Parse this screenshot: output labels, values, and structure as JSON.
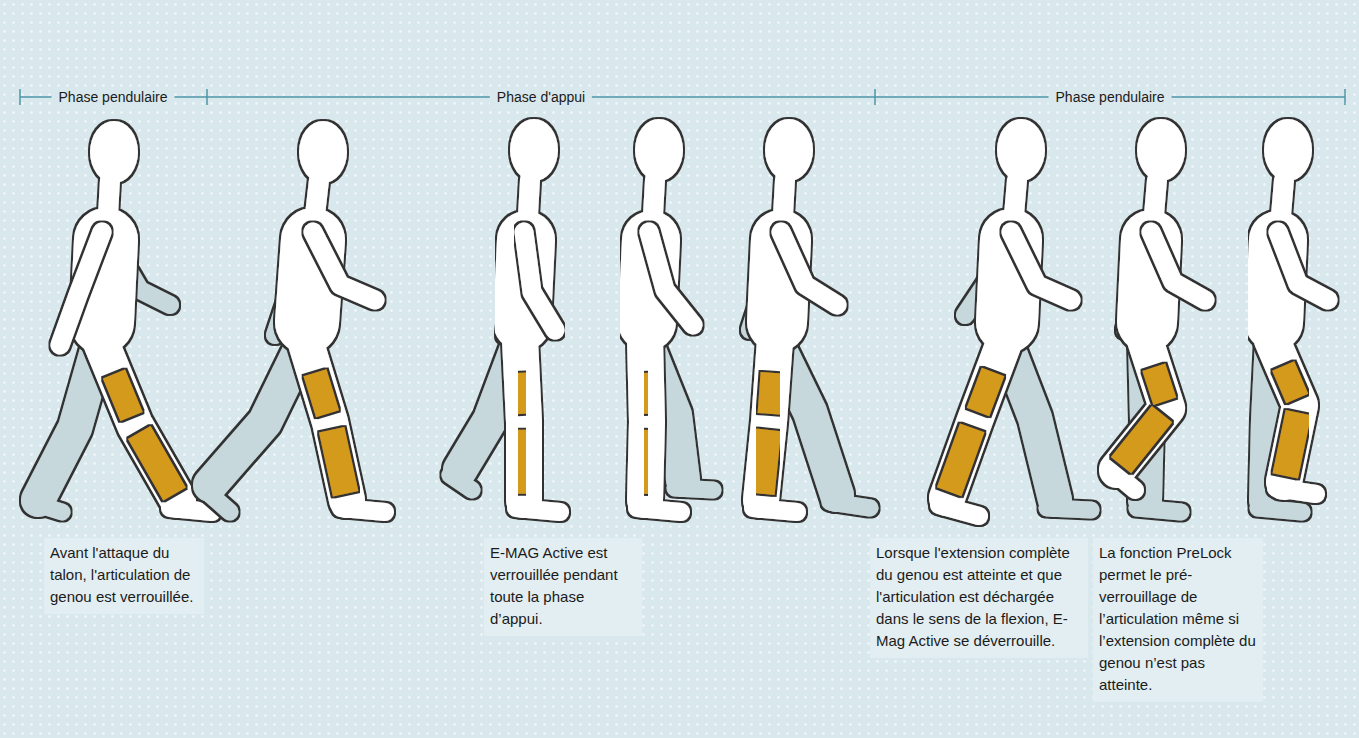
{
  "diagram": {
    "labels": [
      "Phase pendulaire",
      "Phase d'appui",
      "Phase pendulaire",
      "Avant l'attaque du talon, l'articulation de genou est verrouillée.",
      "E-MAG Active est verrouillée pendant toute la phase d’appui.",
      "Lorsque l'extension complète du genou est atteinte et que l'articulation est déchargée dans le sens de la flexion, E-Mag Active se déverrouille.",
      "La fonction PreLock permet le pré-verrouillage de l’articulation même si l’extension complète du genou n’est pas atteinte."
    ]
  }
}
